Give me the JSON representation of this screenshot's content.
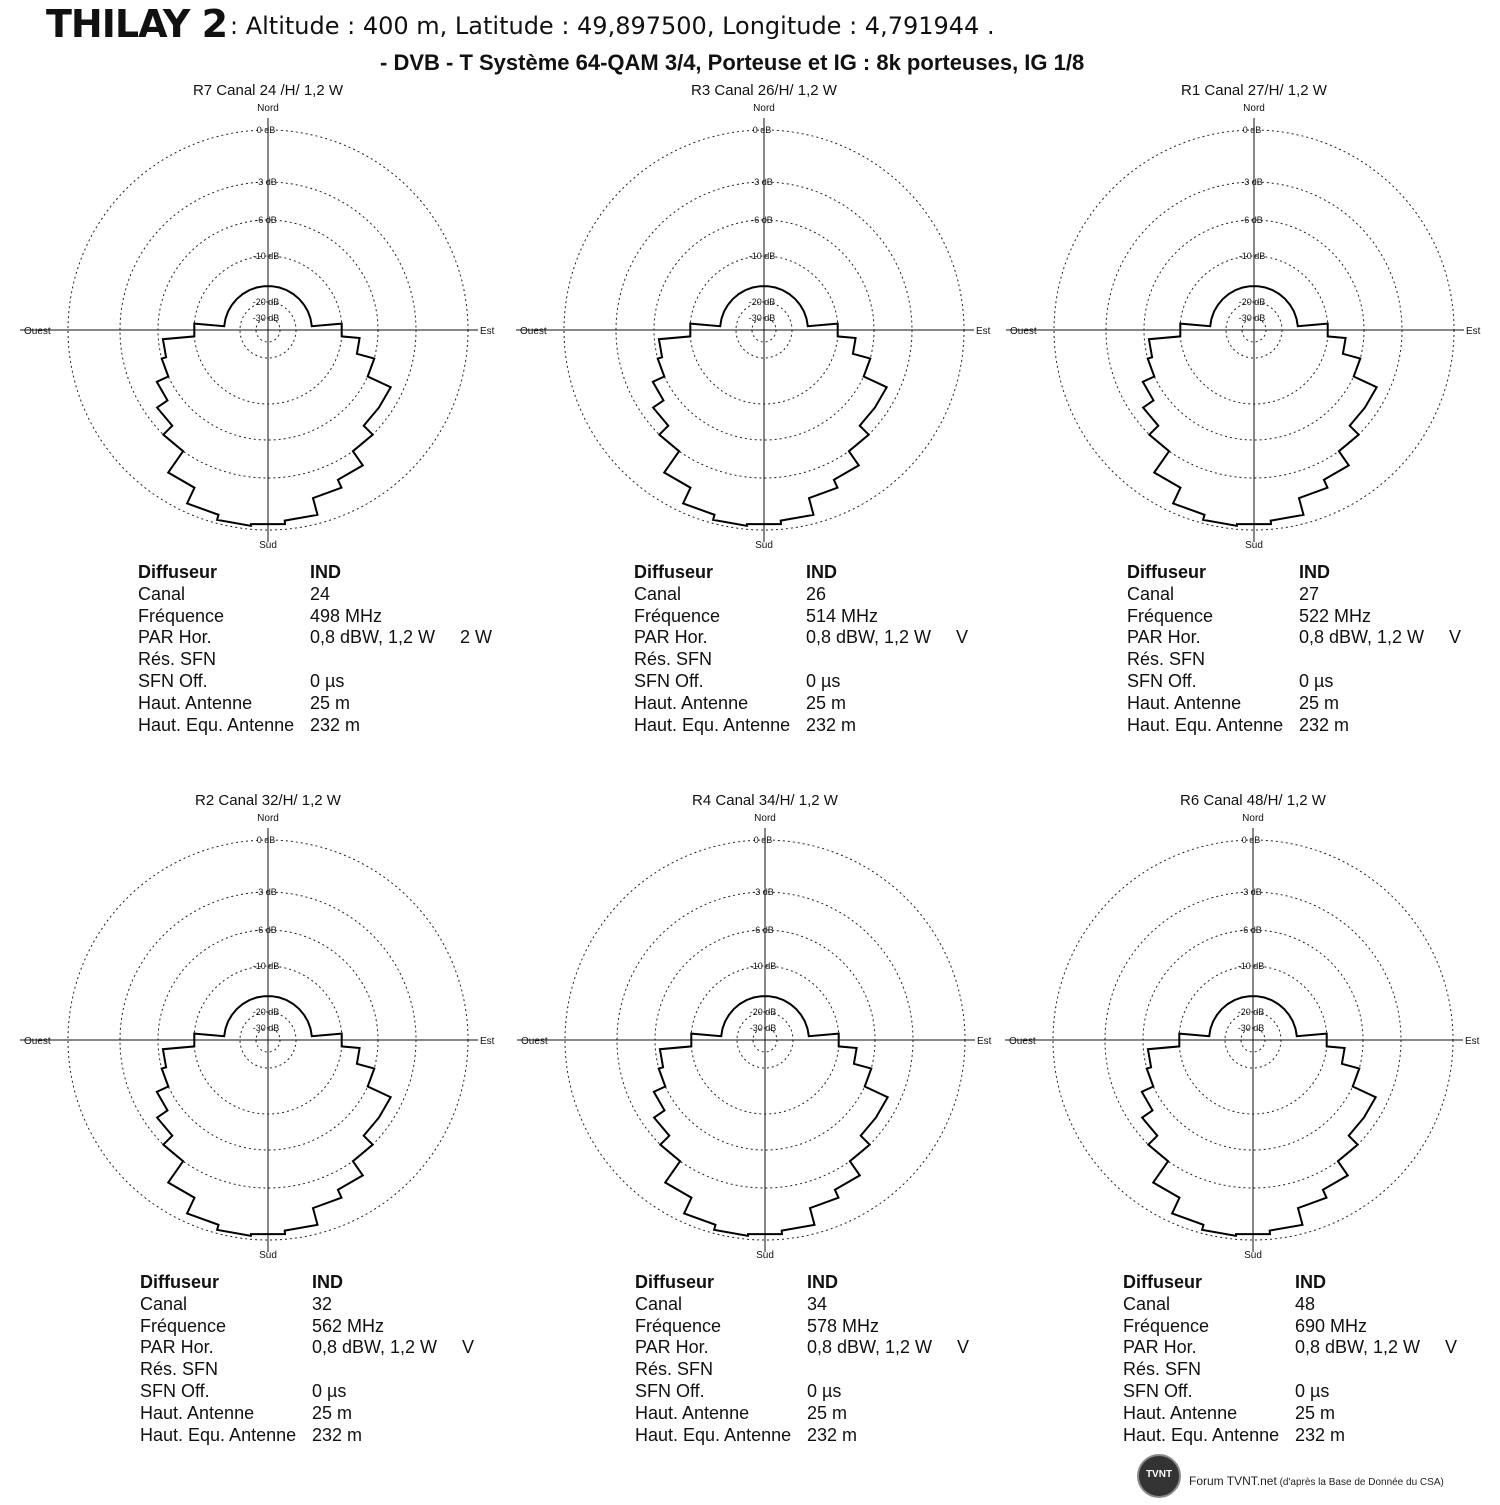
{
  "header": {
    "title": "THILAY 2",
    "coords": ": Altitude : 400 m, Latitude : 49,897500, Longitude : 4,791944 .",
    "system": "- DVB - T    Système 64-QAM 3/4,  Porteuse et IG : 8k porteuses, IG 1/8"
  },
  "polar_axes": {
    "north": "Nord",
    "south": "Sud",
    "east": "Est",
    "west": "Ouest",
    "rings": [
      "0 dB",
      "-3 dB",
      "-6 dB",
      "-10 dB",
      "-20 dB",
      "-30 dB"
    ]
  },
  "table_labels": {
    "diffuseur": "Diffuseur",
    "canal": "Canal",
    "frequence": "Fréquence",
    "par": "PAR Hor.",
    "res_sfn": "Rés. SFN",
    "sfn_off": "SFN Off.",
    "haut": "Haut. Antenne",
    "haut_equ": "Haut. Equ. Antenne"
  },
  "panels": [
    {
      "title": "R7   Canal 24 /H/  1,2 W",
      "diffuseur": "IND",
      "canal": "24",
      "frequence": "498 MHz",
      "par": "0,8 dBW, 1,2 W",
      "par_frag": "2 W",
      "res_sfn": "",
      "sfn_off": "0 µs",
      "haut": "25 m",
      "haut_equ": "232 m"
    },
    {
      "title": "R3   Canal 26/H/  1,2 W",
      "diffuseur": "IND",
      "canal": "26",
      "frequence": "514 MHz",
      "par": "0,8 dBW, 1,2 W",
      "par_frag": "V",
      "res_sfn": "",
      "sfn_off": "0 µs",
      "haut": "25 m",
      "haut_equ": "232 m"
    },
    {
      "title": "R1   Canal 27/H/  1,2 W",
      "diffuseur": "IND",
      "canal": "27",
      "frequence": "522 MHz",
      "par": "0,8 dBW, 1,2 W",
      "par_frag": "V",
      "res_sfn": "",
      "sfn_off": "0 µs",
      "haut": "25 m",
      "haut_equ": "232 m"
    },
    {
      "title": "R2   Canal 32/H/  1,2 W",
      "diffuseur": "IND",
      "canal": "32",
      "frequence": "562 MHz",
      "par": "0,8 dBW, 1,2 W",
      "par_frag": "V",
      "res_sfn": "",
      "sfn_off": "0 µs",
      "haut": "25 m",
      "haut_equ": "232 m"
    },
    {
      "title": "R4   Canal 34/H/  1,2 W",
      "diffuseur": "IND",
      "canal": "34",
      "frequence": "578 MHz",
      "par": "0,8 dBW, 1,2 W",
      "par_frag": "V",
      "res_sfn": "",
      "sfn_off": "0 µs",
      "haut": "25 m",
      "haut_equ": "232 m"
    },
    {
      "title": "R6   Canal 48/H/  1,2 W",
      "diffuseur": "IND",
      "canal": "48",
      "frequence": "690 MHz",
      "par": "0,8 dBW, 1,2 W",
      "par_frag": "V",
      "res_sfn": "",
      "sfn_off": "0 µs",
      "haut": "25 m",
      "haut_equ": "232 m"
    }
  ],
  "pattern_db": [
    -20,
    -20,
    -20,
    -20,
    -20,
    -20,
    -20,
    -20,
    -20,
    -10,
    -8,
    -6,
    -4,
    -4,
    -3,
    -2,
    -1.5,
    -0.5,
    -0.3,
    -0.2,
    -0.5,
    -1.5,
    -3,
    -4,
    -5,
    -6,
    -6.5,
    -10,
    -20,
    -20,
    -20,
    -20,
    -20,
    -20,
    -20,
    -20
  ],
  "footer": {
    "logo_text": "TVNT",
    "credit": "Forum TVNT.net",
    "credit_note": " (d'après la Base de Donnée du CSA)"
  }
}
